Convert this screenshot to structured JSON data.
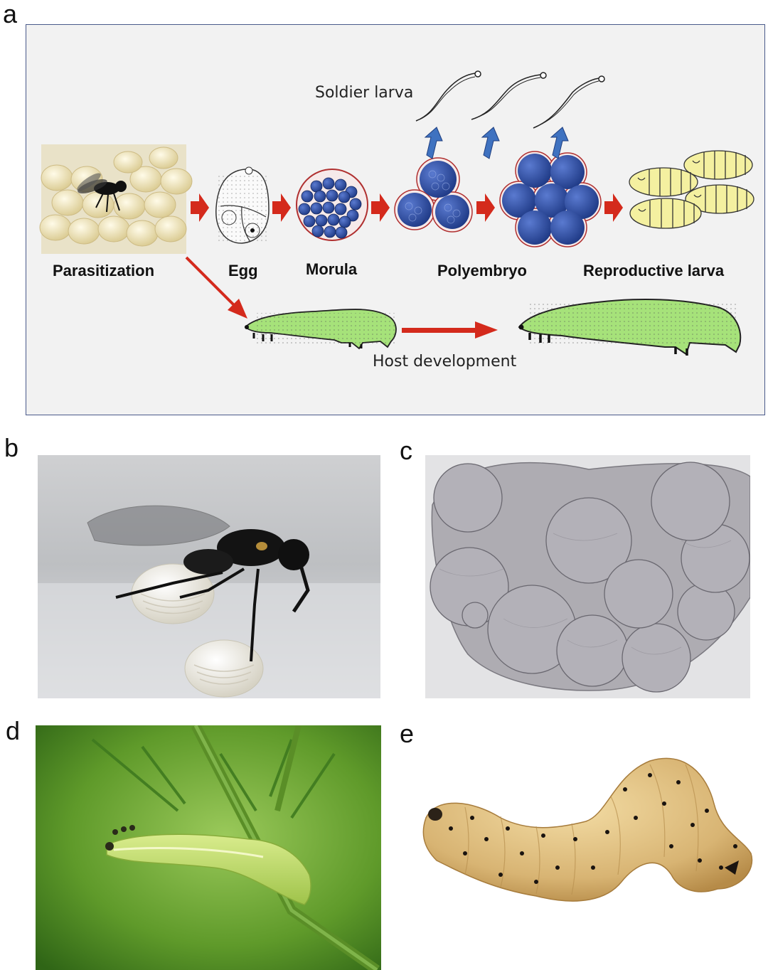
{
  "panels": {
    "a": {
      "letter": "a",
      "stages": [
        "Parasitization",
        "Egg",
        "Morula",
        "Polyembryo",
        "Reproductive larva"
      ],
      "soldier_label": "Soldier larva",
      "host_label": "Host development",
      "colors": {
        "frame": "#4a5a8a",
        "background": "#f2f2f2",
        "arrow_red": "#d42a1c",
        "arrow_blue": "#3f72c0",
        "embryo_blue": "#2b4a9a",
        "host_green": "#a6e27a",
        "larva_yellow": "#f4f0a0"
      }
    },
    "b": {
      "letter": "b",
      "content": "wasp-on-eggs-photo"
    },
    "c": {
      "letter": "c",
      "content": "embryo-micrograph"
    },
    "d": {
      "letter": "d",
      "content": "green-caterpillar-photo"
    },
    "e": {
      "letter": "e",
      "content": "parasitized-host-larva-photo"
    }
  }
}
